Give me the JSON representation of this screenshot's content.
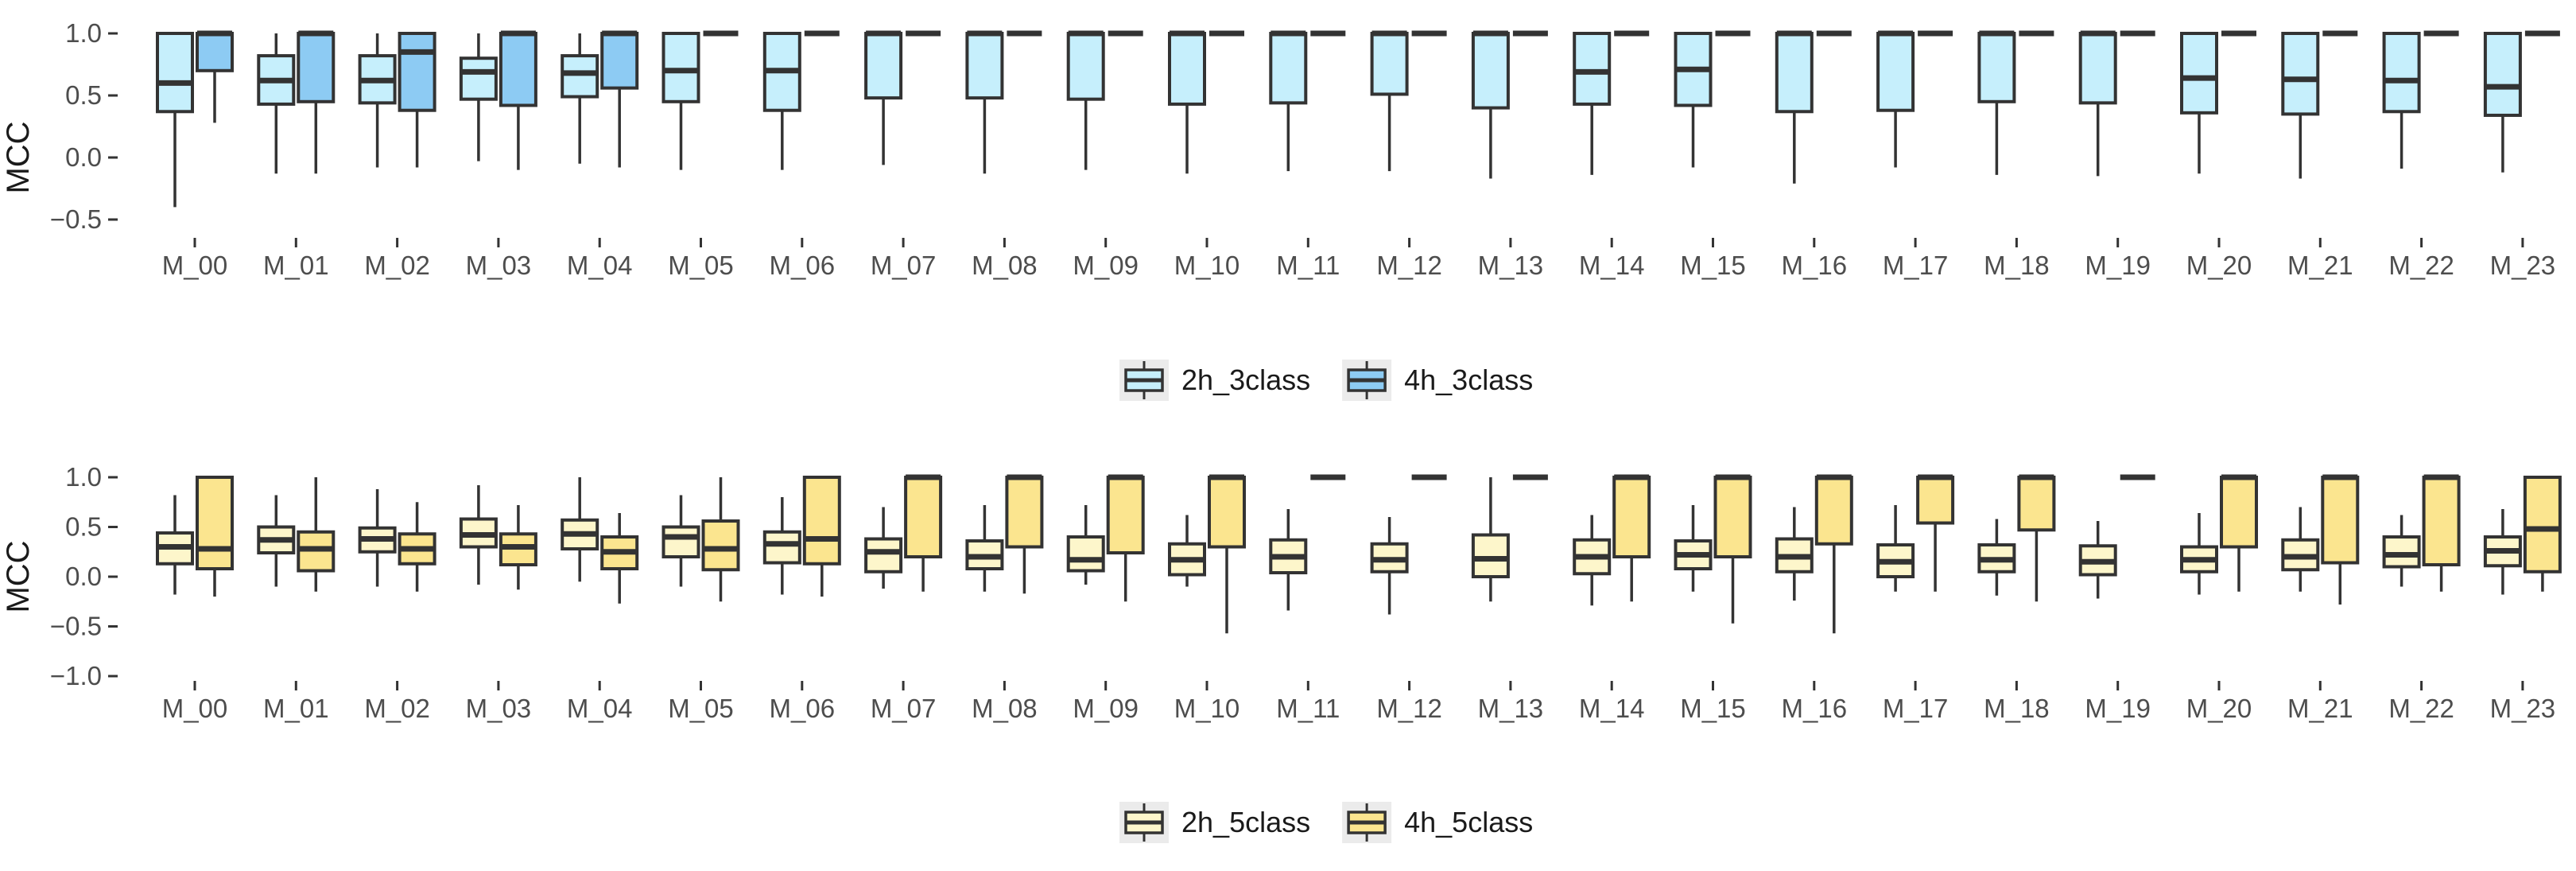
{
  "chart_data": [
    {
      "type": "box",
      "ylabel": "MCC",
      "ylim": [
        -0.6,
        1.05
      ],
      "yticks": [
        -0.5,
        0.0,
        0.5,
        1.0
      ],
      "ytick_labels": [
        "−0.5",
        "0.0",
        "0.5",
        "1.0"
      ],
      "grid": false,
      "legend_position": "bottom",
      "categories": [
        "M_00",
        "M_01",
        "M_02",
        "M_03",
        "M_04",
        "M_05",
        "M_06",
        "M_07",
        "M_08",
        "M_09",
        "M_10",
        "M_11",
        "M_12",
        "M_13",
        "M_14",
        "M_15",
        "M_16",
        "M_17",
        "M_18",
        "M_19",
        "M_20",
        "M_21",
        "M_22",
        "M_23"
      ],
      "series": [
        {
          "name": "2h_3class",
          "color": "#c6effc",
          "boxes": [
            {
              "min": -0.4,
              "q1": 0.37,
              "median": 0.6,
              "q3": 1.0,
              "max": 1.0
            },
            {
              "min": -0.13,
              "q1": 0.43,
              "median": 0.62,
              "q3": 0.82,
              "max": 1.0
            },
            {
              "min": -0.08,
              "q1": 0.44,
              "median": 0.62,
              "q3": 0.82,
              "max": 1.0
            },
            {
              "min": -0.03,
              "q1": 0.47,
              "median": 0.69,
              "q3": 0.8,
              "max": 1.0
            },
            {
              "min": -0.05,
              "q1": 0.49,
              "median": 0.68,
              "q3": 0.82,
              "max": 1.0
            },
            {
              "min": -0.1,
              "q1": 0.45,
              "median": 0.7,
              "q3": 1.0,
              "max": 1.0
            },
            {
              "min": -0.1,
              "q1": 0.38,
              "median": 0.7,
              "q3": 1.0,
              "max": 1.0
            },
            {
              "min": -0.06,
              "q1": 0.48,
              "median": 1.0,
              "q3": 1.0,
              "max": 1.0
            },
            {
              "min": -0.13,
              "q1": 0.48,
              "median": 1.0,
              "q3": 1.0,
              "max": 1.0
            },
            {
              "min": -0.1,
              "q1": 0.47,
              "median": 1.0,
              "q3": 1.0,
              "max": 1.0
            },
            {
              "min": -0.13,
              "q1": 0.43,
              "median": 1.0,
              "q3": 1.0,
              "max": 1.0
            },
            {
              "min": -0.11,
              "q1": 0.44,
              "median": 1.0,
              "q3": 1.0,
              "max": 1.0
            },
            {
              "min": -0.11,
              "q1": 0.51,
              "median": 1.0,
              "q3": 1.0,
              "max": 1.0
            },
            {
              "min": -0.17,
              "q1": 0.4,
              "median": 1.0,
              "q3": 1.0,
              "max": 1.0
            },
            {
              "min": -0.14,
              "q1": 0.43,
              "median": 0.69,
              "q3": 1.0,
              "max": 1.0
            },
            {
              "min": -0.08,
              "q1": 0.42,
              "median": 0.71,
              "q3": 1.0,
              "max": 1.0
            },
            {
              "min": -0.21,
              "q1": 0.37,
              "median": 1.0,
              "q3": 1.0,
              "max": 1.0
            },
            {
              "min": -0.08,
              "q1": 0.38,
              "median": 1.0,
              "q3": 1.0,
              "max": 1.0
            },
            {
              "min": -0.14,
              "q1": 0.45,
              "median": 1.0,
              "q3": 1.0,
              "max": 1.0
            },
            {
              "min": -0.15,
              "q1": 0.44,
              "median": 1.0,
              "q3": 1.0,
              "max": 1.0
            },
            {
              "min": -0.13,
              "q1": 0.36,
              "median": 0.64,
              "q3": 1.0,
              "max": 1.0
            },
            {
              "min": -0.17,
              "q1": 0.35,
              "median": 0.63,
              "q3": 1.0,
              "max": 1.0
            },
            {
              "min": -0.09,
              "q1": 0.37,
              "median": 0.62,
              "q3": 1.0,
              "max": 1.0
            },
            {
              "min": -0.12,
              "q1": 0.34,
              "median": 0.57,
              "q3": 1.0,
              "max": 1.0
            }
          ]
        },
        {
          "name": "4h_3class",
          "color": "#8dcbf3",
          "boxes": [
            {
              "min": 0.28,
              "q1": 0.7,
              "median": 1.0,
              "q3": 1.0,
              "max": 1.0
            },
            {
              "min": -0.13,
              "q1": 0.45,
              "median": 1.0,
              "q3": 1.0,
              "max": 1.0
            },
            {
              "min": -0.08,
              "q1": 0.38,
              "median": 0.85,
              "q3": 1.0,
              "max": 1.0
            },
            {
              "min": -0.1,
              "q1": 0.42,
              "median": 1.0,
              "q3": 1.0,
              "max": 1.0
            },
            {
              "min": -0.08,
              "q1": 0.56,
              "median": 1.0,
              "q3": 1.0,
              "max": 1.0
            },
            {
              "min": 1.0,
              "q1": 1.0,
              "median": 1.0,
              "q3": 1.0,
              "max": 1.0
            },
            {
              "min": 1.0,
              "q1": 1.0,
              "median": 1.0,
              "q3": 1.0,
              "max": 1.0
            },
            {
              "min": 1.0,
              "q1": 1.0,
              "median": 1.0,
              "q3": 1.0,
              "max": 1.0
            },
            {
              "min": 1.0,
              "q1": 1.0,
              "median": 1.0,
              "q3": 1.0,
              "max": 1.0
            },
            {
              "min": 1.0,
              "q1": 1.0,
              "median": 1.0,
              "q3": 1.0,
              "max": 1.0
            },
            {
              "min": 1.0,
              "q1": 1.0,
              "median": 1.0,
              "q3": 1.0,
              "max": 1.0
            },
            {
              "min": 1.0,
              "q1": 1.0,
              "median": 1.0,
              "q3": 1.0,
              "max": 1.0
            },
            {
              "min": 1.0,
              "q1": 1.0,
              "median": 1.0,
              "q3": 1.0,
              "max": 1.0
            },
            {
              "min": 1.0,
              "q1": 1.0,
              "median": 1.0,
              "q3": 1.0,
              "max": 1.0
            },
            {
              "min": 1.0,
              "q1": 1.0,
              "median": 1.0,
              "q3": 1.0,
              "max": 1.0
            },
            {
              "min": 1.0,
              "q1": 1.0,
              "median": 1.0,
              "q3": 1.0,
              "max": 1.0
            },
            {
              "min": 1.0,
              "q1": 1.0,
              "median": 1.0,
              "q3": 1.0,
              "max": 1.0
            },
            {
              "min": 1.0,
              "q1": 1.0,
              "median": 1.0,
              "q3": 1.0,
              "max": 1.0
            },
            {
              "min": 1.0,
              "q1": 1.0,
              "median": 1.0,
              "q3": 1.0,
              "max": 1.0
            },
            {
              "min": 1.0,
              "q1": 1.0,
              "median": 1.0,
              "q3": 1.0,
              "max": 1.0
            },
            {
              "min": 1.0,
              "q1": 1.0,
              "median": 1.0,
              "q3": 1.0,
              "max": 1.0
            },
            {
              "min": 1.0,
              "q1": 1.0,
              "median": 1.0,
              "q3": 1.0,
              "max": 1.0
            },
            {
              "min": 1.0,
              "q1": 1.0,
              "median": 1.0,
              "q3": 1.0,
              "max": 1.0
            },
            {
              "min": 1.0,
              "q1": 1.0,
              "median": 1.0,
              "q3": 1.0,
              "max": 1.0
            }
          ]
        }
      ]
    },
    {
      "type": "box",
      "ylabel": "MCC",
      "ylim": [
        -1.1,
        1.05
      ],
      "yticks": [
        -1.0,
        -0.5,
        0.0,
        0.5,
        1.0
      ],
      "ytick_labels": [
        "−1.0",
        "−0.5",
        "0.0",
        "0.5",
        "1.0"
      ],
      "grid": false,
      "legend_position": "bottom",
      "categories": [
        "M_00",
        "M_01",
        "M_02",
        "M_03",
        "M_04",
        "M_05",
        "M_06",
        "M_07",
        "M_08",
        "M_09",
        "M_10",
        "M_11",
        "M_12",
        "M_13",
        "M_14",
        "M_15",
        "M_16",
        "M_17",
        "M_18",
        "M_19",
        "M_20",
        "M_21",
        "M_22",
        "M_23"
      ],
      "series": [
        {
          "name": "2h_5class",
          "color": "#fdf6cb",
          "boxes": [
            {
              "min": -0.18,
              "q1": 0.13,
              "median": 0.3,
              "q3": 0.44,
              "max": 0.82
            },
            {
              "min": -0.1,
              "q1": 0.24,
              "median": 0.37,
              "q3": 0.5,
              "max": 0.82
            },
            {
              "min": -0.1,
              "q1": 0.25,
              "median": 0.38,
              "q3": 0.49,
              "max": 0.88
            },
            {
              "min": -0.08,
              "q1": 0.3,
              "median": 0.42,
              "q3": 0.58,
              "max": 0.92
            },
            {
              "min": -0.05,
              "q1": 0.28,
              "median": 0.43,
              "q3": 0.57,
              "max": 1.0
            },
            {
              "min": -0.1,
              "q1": 0.2,
              "median": 0.4,
              "q3": 0.5,
              "max": 0.82
            },
            {
              "min": -0.18,
              "q1": 0.14,
              "median": 0.33,
              "q3": 0.45,
              "max": 0.8
            },
            {
              "min": -0.12,
              "q1": 0.05,
              "median": 0.25,
              "q3": 0.38,
              "max": 0.7
            },
            {
              "min": -0.15,
              "q1": 0.08,
              "median": 0.2,
              "q3": 0.36,
              "max": 0.72
            },
            {
              "min": -0.08,
              "q1": 0.06,
              "median": 0.17,
              "q3": 0.4,
              "max": 0.72
            },
            {
              "min": -0.1,
              "q1": 0.02,
              "median": 0.17,
              "q3": 0.33,
              "max": 0.62
            },
            {
              "min": -0.34,
              "q1": 0.04,
              "median": 0.2,
              "q3": 0.37,
              "max": 0.68
            },
            {
              "min": -0.38,
              "q1": 0.05,
              "median": 0.17,
              "q3": 0.33,
              "max": 0.6
            },
            {
              "min": -0.25,
              "q1": 0.0,
              "median": 0.18,
              "q3": 0.42,
              "max": 1.0
            },
            {
              "min": -0.29,
              "q1": 0.03,
              "median": 0.2,
              "q3": 0.37,
              "max": 0.62
            },
            {
              "min": -0.15,
              "q1": 0.08,
              "median": 0.22,
              "q3": 0.36,
              "max": 0.72
            },
            {
              "min": -0.24,
              "q1": 0.05,
              "median": 0.2,
              "q3": 0.38,
              "max": 0.7
            },
            {
              "min": -0.15,
              "q1": 0.0,
              "median": 0.15,
              "q3": 0.32,
              "max": 0.72
            },
            {
              "min": -0.19,
              "q1": 0.05,
              "median": 0.17,
              "q3": 0.32,
              "max": 0.58
            },
            {
              "min": -0.22,
              "q1": 0.02,
              "median": 0.15,
              "q3": 0.31,
              "max": 0.56
            },
            {
              "min": -0.18,
              "q1": 0.05,
              "median": 0.17,
              "q3": 0.3,
              "max": 0.64
            },
            {
              "min": -0.15,
              "q1": 0.07,
              "median": 0.2,
              "q3": 0.37,
              "max": 0.7
            },
            {
              "min": -0.1,
              "q1": 0.1,
              "median": 0.22,
              "q3": 0.4,
              "max": 0.62
            },
            {
              "min": -0.18,
              "q1": 0.11,
              "median": 0.26,
              "q3": 0.4,
              "max": 0.68
            }
          ]
        },
        {
          "name": "4h_5class",
          "color": "#fbe58f",
          "boxes": [
            {
              "min": -0.2,
              "q1": 0.08,
              "median": 0.28,
              "q3": 1.0,
              "max": 1.0
            },
            {
              "min": -0.15,
              "q1": 0.06,
              "median": 0.28,
              "q3": 0.45,
              "max": 1.0
            },
            {
              "min": -0.15,
              "q1": 0.13,
              "median": 0.28,
              "q3": 0.43,
              "max": 0.75
            },
            {
              "min": -0.13,
              "q1": 0.12,
              "median": 0.3,
              "q3": 0.43,
              "max": 0.72
            },
            {
              "min": -0.27,
              "q1": 0.08,
              "median": 0.25,
              "q3": 0.4,
              "max": 0.64
            },
            {
              "min": -0.25,
              "q1": 0.07,
              "median": 0.28,
              "q3": 0.56,
              "max": 1.0
            },
            {
              "min": -0.2,
              "q1": 0.13,
              "median": 0.38,
              "q3": 1.0,
              "max": 1.0
            },
            {
              "min": -0.15,
              "q1": 0.2,
              "median": 1.0,
              "q3": 1.0,
              "max": 1.0
            },
            {
              "min": -0.17,
              "q1": 0.3,
              "median": 1.0,
              "q3": 1.0,
              "max": 1.0
            },
            {
              "min": -0.25,
              "q1": 0.24,
              "median": 1.0,
              "q3": 1.0,
              "max": 1.0
            },
            {
              "min": -0.57,
              "q1": 0.3,
              "median": 1.0,
              "q3": 1.0,
              "max": 1.0
            },
            {
              "min": 1.0,
              "q1": 1.0,
              "median": 1.0,
              "q3": 1.0,
              "max": 1.0
            },
            {
              "min": 1.0,
              "q1": 1.0,
              "median": 1.0,
              "q3": 1.0,
              "max": 1.0
            },
            {
              "min": 1.0,
              "q1": 1.0,
              "median": 1.0,
              "q3": 1.0,
              "max": 1.0
            },
            {
              "min": -0.25,
              "q1": 0.2,
              "median": 1.0,
              "q3": 1.0,
              "max": 1.0
            },
            {
              "min": -0.47,
              "q1": 0.2,
              "median": 1.0,
              "q3": 1.0,
              "max": 1.0
            },
            {
              "min": -0.57,
              "q1": 0.33,
              "median": 1.0,
              "q3": 1.0,
              "max": 1.0
            },
            {
              "min": -0.15,
              "q1": 0.54,
              "median": 1.0,
              "q3": 1.0,
              "max": 1.0
            },
            {
              "min": -0.25,
              "q1": 0.47,
              "median": 1.0,
              "q3": 1.0,
              "max": 1.0
            },
            {
              "min": 1.0,
              "q1": 1.0,
              "median": 1.0,
              "q3": 1.0,
              "max": 1.0
            },
            {
              "min": -0.15,
              "q1": 0.3,
              "median": 1.0,
              "q3": 1.0,
              "max": 1.0
            },
            {
              "min": -0.28,
              "q1": 0.14,
              "median": 1.0,
              "q3": 1.0,
              "max": 1.0
            },
            {
              "min": -0.15,
              "q1": 0.12,
              "median": 1.0,
              "q3": 1.0,
              "max": 1.0
            },
            {
              "min": -0.15,
              "q1": 0.05,
              "median": 0.48,
              "q3": 1.0,
              "max": 1.0
            }
          ]
        }
      ]
    }
  ]
}
